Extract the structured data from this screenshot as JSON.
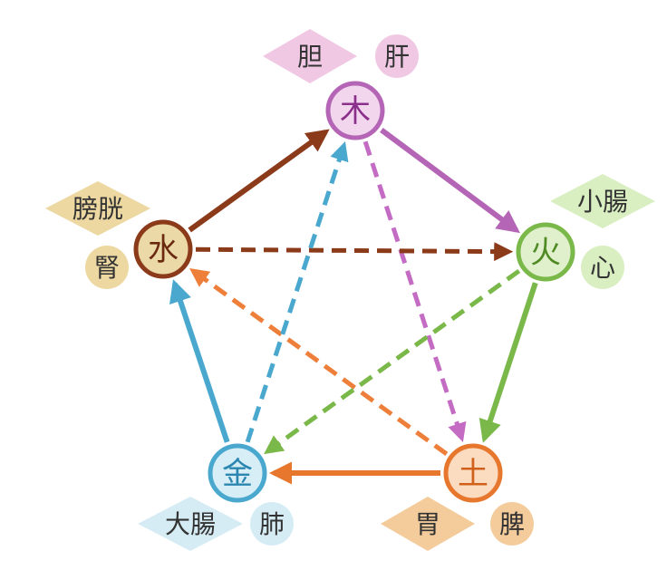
{
  "nodes": [
    {
      "id": "wood",
      "label": "木",
      "stroke": "#b565b5",
      "fill": "#f2d6ee",
      "text": "#8a2f8a",
      "organ_diamond": "胆",
      "organ_circle": "肝",
      "tag_color": "#f0c8e4"
    },
    {
      "id": "fire",
      "label": "火",
      "stroke": "#7ab84a",
      "fill": "#e0f0cc",
      "text": "#4f8a25",
      "organ_diamond": "小腸",
      "organ_circle": "心",
      "tag_color": "#d9efc2"
    },
    {
      "id": "earth",
      "label": "土",
      "stroke": "#e8772e",
      "fill": "#fcdcc0",
      "text": "#d0601a",
      "organ_diamond": "胃",
      "organ_circle": "脾",
      "tag_color": "#f4cc9c"
    },
    {
      "id": "metal",
      "label": "金",
      "stroke": "#4aa8cf",
      "fill": "#d8eef7",
      "text": "#2b86b0",
      "organ_diamond": "大腸",
      "organ_circle": "肺",
      "tag_color": "#d6ecf4"
    },
    {
      "id": "water",
      "label": "水",
      "stroke": "#8b3a1a",
      "fill": "#ecd9a8",
      "text": "#6b2a10",
      "organ_diamond": "膀胱",
      "organ_circle": "腎",
      "tag_color": "#ecd8a0"
    }
  ],
  "edges": [
    {
      "from": "water",
      "to": "wood",
      "color": "#8b3a1a",
      "style": "solid"
    },
    {
      "from": "wood",
      "to": "fire",
      "color": "#b565b5",
      "style": "solid"
    },
    {
      "from": "fire",
      "to": "earth",
      "color": "#7ab84a",
      "style": "solid"
    },
    {
      "from": "earth",
      "to": "metal",
      "color": "#e8772e",
      "style": "solid"
    },
    {
      "from": "metal",
      "to": "water",
      "color": "#4aa8cf",
      "style": "solid"
    },
    {
      "from": "wood",
      "to": "earth",
      "color": "#c46cc4",
      "style": "dashed"
    },
    {
      "from": "earth",
      "to": "water",
      "color": "#ee7f3a",
      "style": "dashed"
    },
    {
      "from": "water",
      "to": "fire",
      "color": "#8b3a1a",
      "style": "dashed"
    },
    {
      "from": "fire",
      "to": "metal",
      "color": "#7ab84a",
      "style": "dashed"
    },
    {
      "from": "metal",
      "to": "wood",
      "color": "#4aa8cf",
      "style": "dashed"
    }
  ]
}
